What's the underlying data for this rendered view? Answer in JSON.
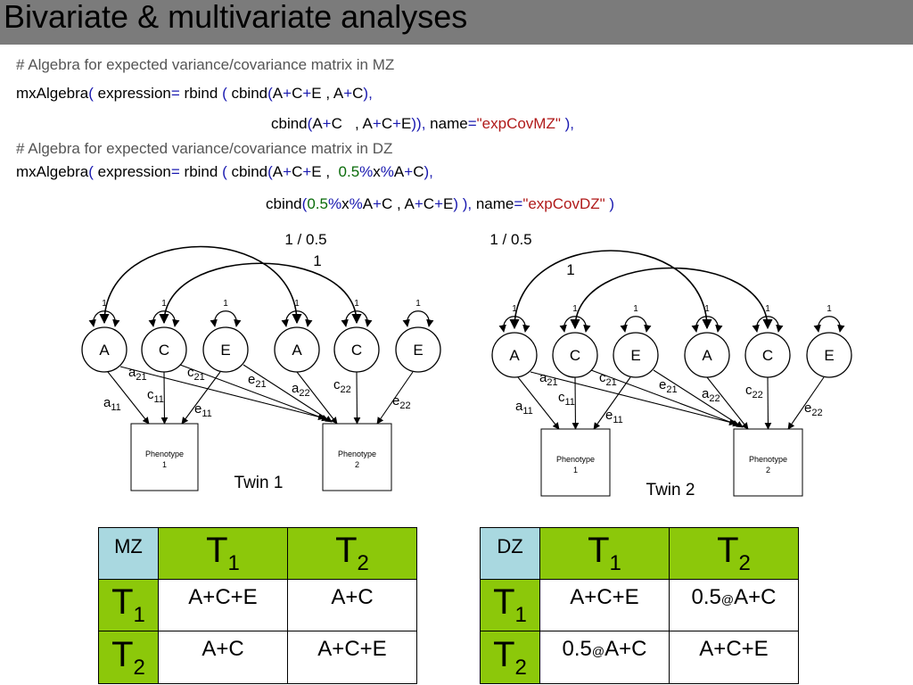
{
  "title": "Bivariate & multivariate analyses",
  "code": {
    "comment_mz": "# Algebra for expected variance/covariance matrix in MZ",
    "mz_line1": [
      {
        "t": "mxAlgebra",
        "c": ""
      },
      {
        "t": "(",
        "c": "blue"
      },
      {
        "t": " expression",
        "c": ""
      },
      {
        "t": "=",
        "c": "blue"
      },
      {
        "t": " rbind ",
        "c": ""
      },
      {
        "t": "(",
        "c": "blue"
      },
      {
        "t": " cbind",
        "c": ""
      },
      {
        "t": "(",
        "c": "blue"
      },
      {
        "t": "A",
        "c": ""
      },
      {
        "t": "+",
        "c": "blue"
      },
      {
        "t": "C",
        "c": ""
      },
      {
        "t": "+",
        "c": "blue"
      },
      {
        "t": "E , A",
        "c": ""
      },
      {
        "t": "+",
        "c": "blue"
      },
      {
        "t": "C",
        "c": ""
      },
      {
        "t": "),",
        "c": "blue"
      }
    ],
    "mz_line2": [
      {
        "t": "cbind",
        "c": ""
      },
      {
        "t": "(",
        "c": "blue"
      },
      {
        "t": "A",
        "c": ""
      },
      {
        "t": "+",
        "c": "blue"
      },
      {
        "t": "C   , A",
        "c": ""
      },
      {
        "t": "+",
        "c": "blue"
      },
      {
        "t": "C",
        "c": ""
      },
      {
        "t": "+",
        "c": "blue"
      },
      {
        "t": "E",
        "c": ""
      },
      {
        "t": ")),",
        "c": "blue"
      },
      {
        "t": " name",
        "c": ""
      },
      {
        "t": "=",
        "c": "blue"
      },
      {
        "t": "\"expCovMZ\"",
        "c": "red"
      },
      {
        "t": " ),",
        "c": "blue"
      }
    ],
    "comment_dz": "# Algebra for expected variance/covariance matrix in DZ",
    "dz_line1": [
      {
        "t": "mxAlgebra",
        "c": ""
      },
      {
        "t": "(",
        "c": "blue"
      },
      {
        "t": " expression",
        "c": ""
      },
      {
        "t": "=",
        "c": "blue"
      },
      {
        "t": " rbind ",
        "c": ""
      },
      {
        "t": "(",
        "c": "blue"
      },
      {
        "t": " cbind",
        "c": ""
      },
      {
        "t": "(",
        "c": "blue"
      },
      {
        "t": "A",
        "c": ""
      },
      {
        "t": "+",
        "c": "blue"
      },
      {
        "t": "C",
        "c": ""
      },
      {
        "t": "+",
        "c": "blue"
      },
      {
        "t": "E ,  ",
        "c": ""
      },
      {
        "t": "0.5",
        "c": "green"
      },
      {
        "t": "%",
        "c": "blue"
      },
      {
        "t": "x",
        "c": ""
      },
      {
        "t": "%",
        "c": "blue"
      },
      {
        "t": "A",
        "c": ""
      },
      {
        "t": "+",
        "c": "blue"
      },
      {
        "t": "C",
        "c": ""
      },
      {
        "t": "),",
        "c": "blue"
      }
    ],
    "dz_line2": [
      {
        "t": "cbind",
        "c": ""
      },
      {
        "t": "(",
        "c": "blue"
      },
      {
        "t": "0.5",
        "c": "green"
      },
      {
        "t": "%",
        "c": "blue"
      },
      {
        "t": "x",
        "c": ""
      },
      {
        "t": "%",
        "c": "blue"
      },
      {
        "t": "A",
        "c": ""
      },
      {
        "t": "+",
        "c": "blue"
      },
      {
        "t": "C , A",
        "c": ""
      },
      {
        "t": "+",
        "c": "blue"
      },
      {
        "t": "C",
        "c": ""
      },
      {
        "t": "+",
        "c": "blue"
      },
      {
        "t": "E",
        "c": ""
      },
      {
        "t": ") ),",
        "c": "blue"
      },
      {
        "t": " name",
        "c": ""
      },
      {
        "t": "=",
        "c": "blue"
      },
      {
        "t": "\"expCovDZ\"",
        "c": "red"
      },
      {
        "t": " )",
        "c": "blue"
      }
    ]
  },
  "diagram": {
    "mz": {
      "corr_a_label": "1 / 0.5",
      "corr_c_label": "1",
      "twin_label": "Twin 1",
      "var_label": "1",
      "latents": [
        "A",
        "C",
        "E",
        "A",
        "C",
        "E"
      ],
      "phenotypes": [
        "Phenotype\n1",
        "Phenotype\n2"
      ],
      "paths": {
        "a11": [
          "a",
          "11"
        ],
        "c11": [
          "c",
          "11"
        ],
        "e11": [
          "e",
          "11"
        ],
        "a21": [
          "a",
          "21"
        ],
        "c21": [
          "c",
          "21"
        ],
        "e21": [
          "e",
          "21"
        ],
        "a22": [
          "a",
          "22"
        ],
        "c22": [
          "c",
          "22"
        ],
        "e22": [
          "e",
          "22"
        ]
      }
    },
    "dz": {
      "corr_a_label": "1 / 0.5",
      "corr_c_label": "1",
      "twin_label": "Twin 2",
      "var_label": "1",
      "latents": [
        "A",
        "C",
        "E",
        "A",
        "C",
        "E"
      ],
      "phenotypes": [
        "Phenotype\n1",
        "Phenotype\n2"
      ],
      "paths": {
        "a11": [
          "a",
          "11"
        ],
        "c11": [
          "c",
          "11"
        ],
        "e11": [
          "e",
          "11"
        ],
        "a21": [
          "a",
          "21"
        ],
        "c21": [
          "c",
          "21"
        ],
        "e21": [
          "e",
          "21"
        ],
        "a22": [
          "a",
          "22"
        ],
        "c22": [
          "c",
          "22"
        ],
        "e22": [
          "e",
          "22"
        ]
      }
    }
  },
  "tables": {
    "mz": {
      "corner": "MZ",
      "col_headers": [
        [
          "T",
          "1"
        ],
        [
          "T",
          "2"
        ]
      ],
      "row_headers": [
        [
          "T",
          "1"
        ],
        [
          "T",
          "2"
        ]
      ],
      "cells": [
        [
          "A+C+E",
          "A+C"
        ],
        [
          "A+C",
          "A+C+E"
        ]
      ]
    },
    "dz": {
      "corner": "DZ",
      "col_headers": [
        [
          "T",
          "1"
        ],
        [
          "T",
          "2"
        ]
      ],
      "row_headers": [
        [
          "T",
          "1"
        ],
        [
          "T",
          "2"
        ]
      ],
      "cells": [
        [
          [
            "A+C+E"
          ],
          [
            "0.5",
            "@",
            "A+C"
          ]
        ],
        [
          [
            "0.5",
            "@",
            "A+C"
          ],
          [
            "A+C+E"
          ]
        ]
      ]
    }
  },
  "colors": {
    "title_bar": "#7b7b7b",
    "table_corner": "#a9d8e0",
    "table_header": "#8cc80a",
    "code_operator": "#1a1ab0",
    "code_string": "#b01a1a",
    "code_number": "#0a6b0a"
  }
}
